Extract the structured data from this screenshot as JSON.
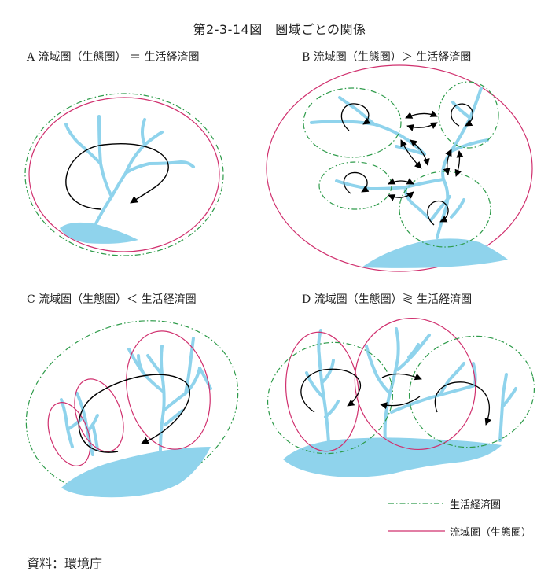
{
  "title": "第2-3-14図　圏域ごとの関係",
  "panels": {
    "a": "A 流域圏（生態圏） ＝ 生活経済圏",
    "b": "B 流域圏（生態圏）＞ 生活経済圏",
    "c": "C 流域圏（生態圏）＜ 生活経済圏",
    "d": "D 流域圏（生態圏）≷ 生活経済圏"
  },
  "legend": {
    "economic": "生活経済圏",
    "watershed": "流域圏（生態圏）"
  },
  "source": "資料：環境庁",
  "colors": {
    "river": "#8fd3ec",
    "economic_line": "#2e9b4a",
    "watershed_line": "#d0306e",
    "flow": "#000000"
  }
}
